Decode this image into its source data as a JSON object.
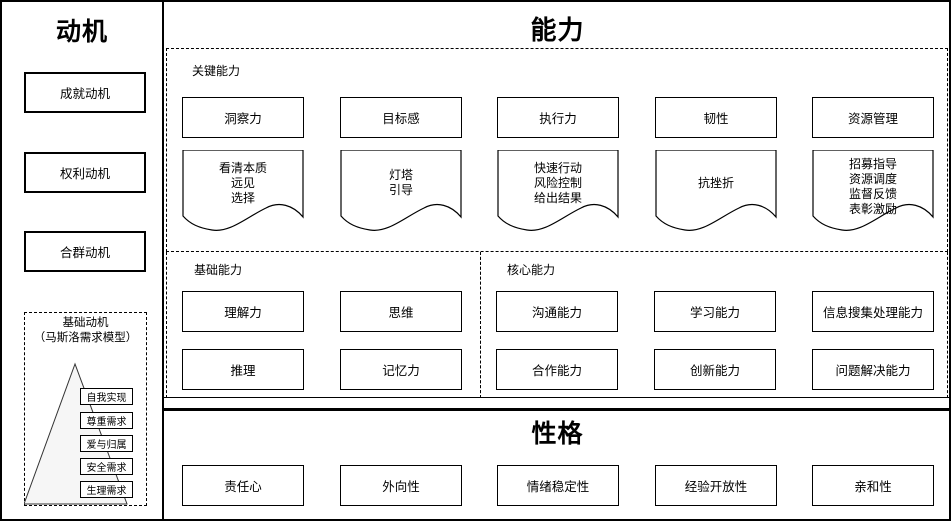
{
  "motivation": {
    "title": "动机",
    "items": [
      "成就动机",
      "权利动机",
      "合群动机"
    ],
    "base": {
      "title_line1": "基础动机",
      "title_line2": "（马斯洛需求模型）",
      "pyramid_levels": [
        "自我实现",
        "尊重需求",
        "爱与归属",
        "安全需求",
        "生理需求"
      ]
    }
  },
  "ability": {
    "title": "能力",
    "key": {
      "label": "关键能力",
      "items": [
        {
          "name": "洞察力",
          "details": [
            "看清本质",
            "远见",
            "选择"
          ]
        },
        {
          "name": "目标感",
          "details": [
            "灯塔",
            "引导"
          ]
        },
        {
          "name": "执行力",
          "details": [
            "快速行动",
            "风险控制",
            "给出结果"
          ]
        },
        {
          "name": "韧性",
          "details": [
            "抗挫折"
          ]
        },
        {
          "name": "资源管理",
          "details": [
            "招募指导",
            "资源调度",
            "监督反馈",
            "表彰激励"
          ]
        }
      ]
    },
    "basic": {
      "label": "基础能力",
      "items": [
        "理解力",
        "思维",
        "推理",
        "记忆力"
      ]
    },
    "core": {
      "label": "核心能力",
      "items": [
        "沟通能力",
        "学习能力",
        "信息搜集处理能力",
        "合作能力",
        "创新能力",
        "问题解决能力"
      ]
    }
  },
  "personality": {
    "title": "性格",
    "items": [
      "责任心",
      "外向性",
      "情绪稳定性",
      "经验开放性",
      "亲和性"
    ]
  },
  "colors": {
    "line": "#000000",
    "pyramid_fill": "#f6f6f6",
    "background": "#ffffff"
  }
}
